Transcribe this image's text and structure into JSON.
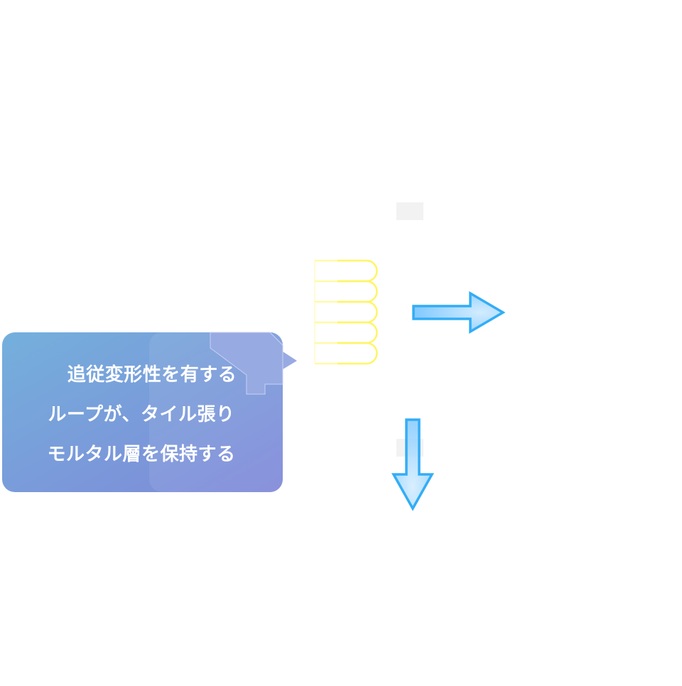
{
  "callout": {
    "lines": [
      "追従変形性を有する",
      "ループが、タイル張り",
      "モルタル層を保持する"
    ]
  },
  "colors": {
    "callout_start": "#74b0dc",
    "callout_end": "#7f88d8",
    "loop": "#fff566",
    "arrow_stroke": "#33adf5",
    "arrow_fill": "#a8dbff",
    "placeholder": "#f2f2f2"
  },
  "loops": {
    "count": 5
  }
}
